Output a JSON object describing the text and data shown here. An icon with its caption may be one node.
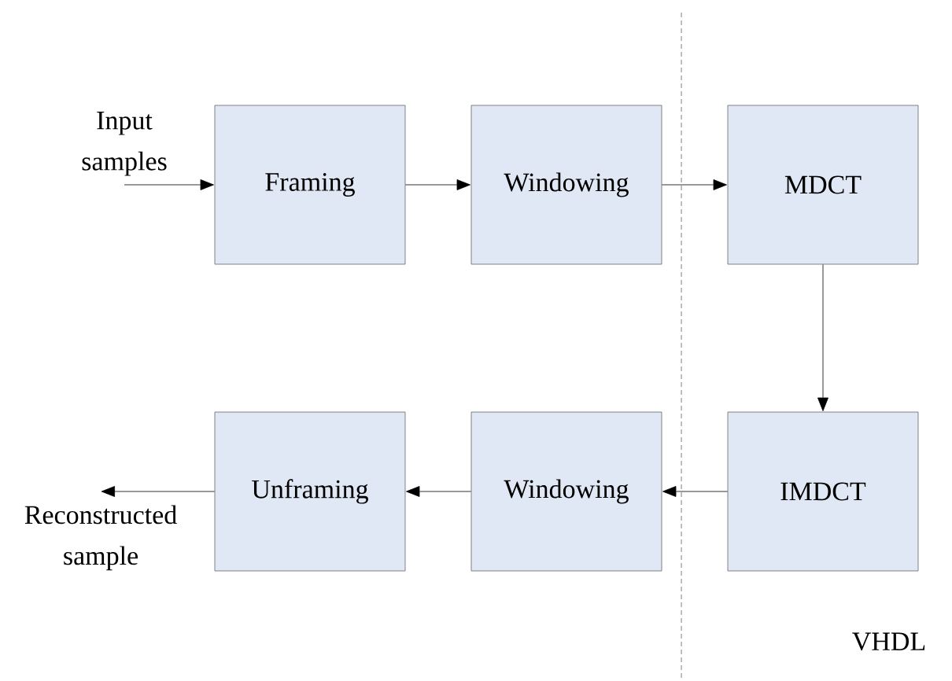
{
  "diagram": {
    "nodes": [
      {
        "text": [
          "Input samples"
        ]
      },
      {
        "text": [
          "Framing"
        ]
      },
      {
        "text": [
          "Windowing"
        ]
      },
      {
        "text": [
          "MDCT"
        ]
      },
      {
        "text": [
          "IMDCT"
        ]
      },
      {
        "text": [
          "Windowing"
        ]
      },
      {
        "text": [
          "Unframing"
        ]
      },
      {
        "text": [
          "Reconstructed sample"
        ]
      }
    ],
    "edges": [
      {
        "from": 0,
        "to": 1,
        "arrow": "to"
      },
      {
        "from": 1,
        "to": 2,
        "arrow": "to"
      },
      {
        "from": 2,
        "to": 3,
        "arrow": "to"
      },
      {
        "from": 3,
        "to": 4,
        "arrow": "to"
      },
      {
        "from": 4,
        "to": 5,
        "arrow": "to"
      },
      {
        "from": 5,
        "to": 6,
        "arrow": "to"
      },
      {
        "from": 6,
        "to": 7,
        "arrow": "to"
      }
    ],
    "labels": [
      "VHDL"
    ]
  }
}
